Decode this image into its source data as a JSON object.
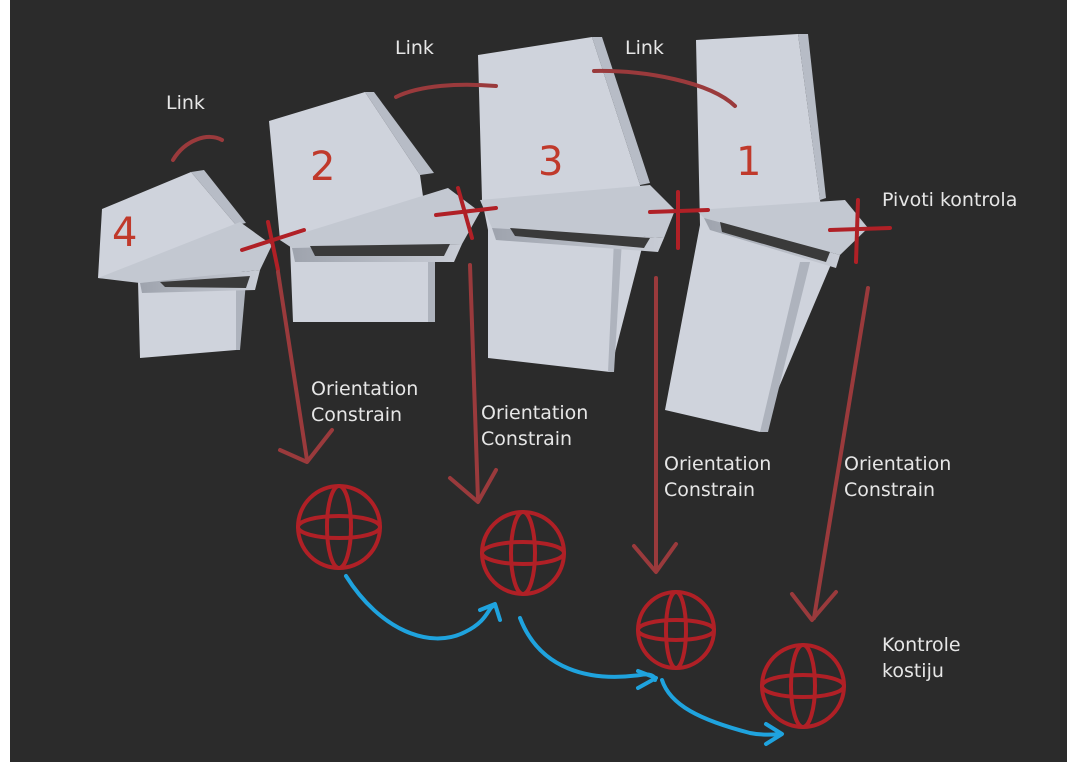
{
  "colors": {
    "background": "#2b2b2b",
    "bone": "#cfd3dc",
    "red": "#b02026",
    "arrow": "#9a3a3c",
    "blue": "#1fa3de",
    "text": "#e6e6e6"
  },
  "bones": [
    {
      "number": "4"
    },
    {
      "number": "3"
    },
    {
      "number": "2"
    },
    {
      "number": "1"
    }
  ],
  "links": {
    "link_left": "Link",
    "link_middle": "Link",
    "link_right": "Link"
  },
  "labels": {
    "pivots": "Pivoti kontrola",
    "controls_line1": "Kontrole",
    "controls_line2": "kostiju"
  },
  "constraints": [
    {
      "line1": "Orientation",
      "line2": "Constrain"
    },
    {
      "line1": "Orientation",
      "line2": "Constrain"
    },
    {
      "line1": "Orientation",
      "line2": "Constrain"
    },
    {
      "line1": "Orientation",
      "line2": "Constrain"
    }
  ]
}
